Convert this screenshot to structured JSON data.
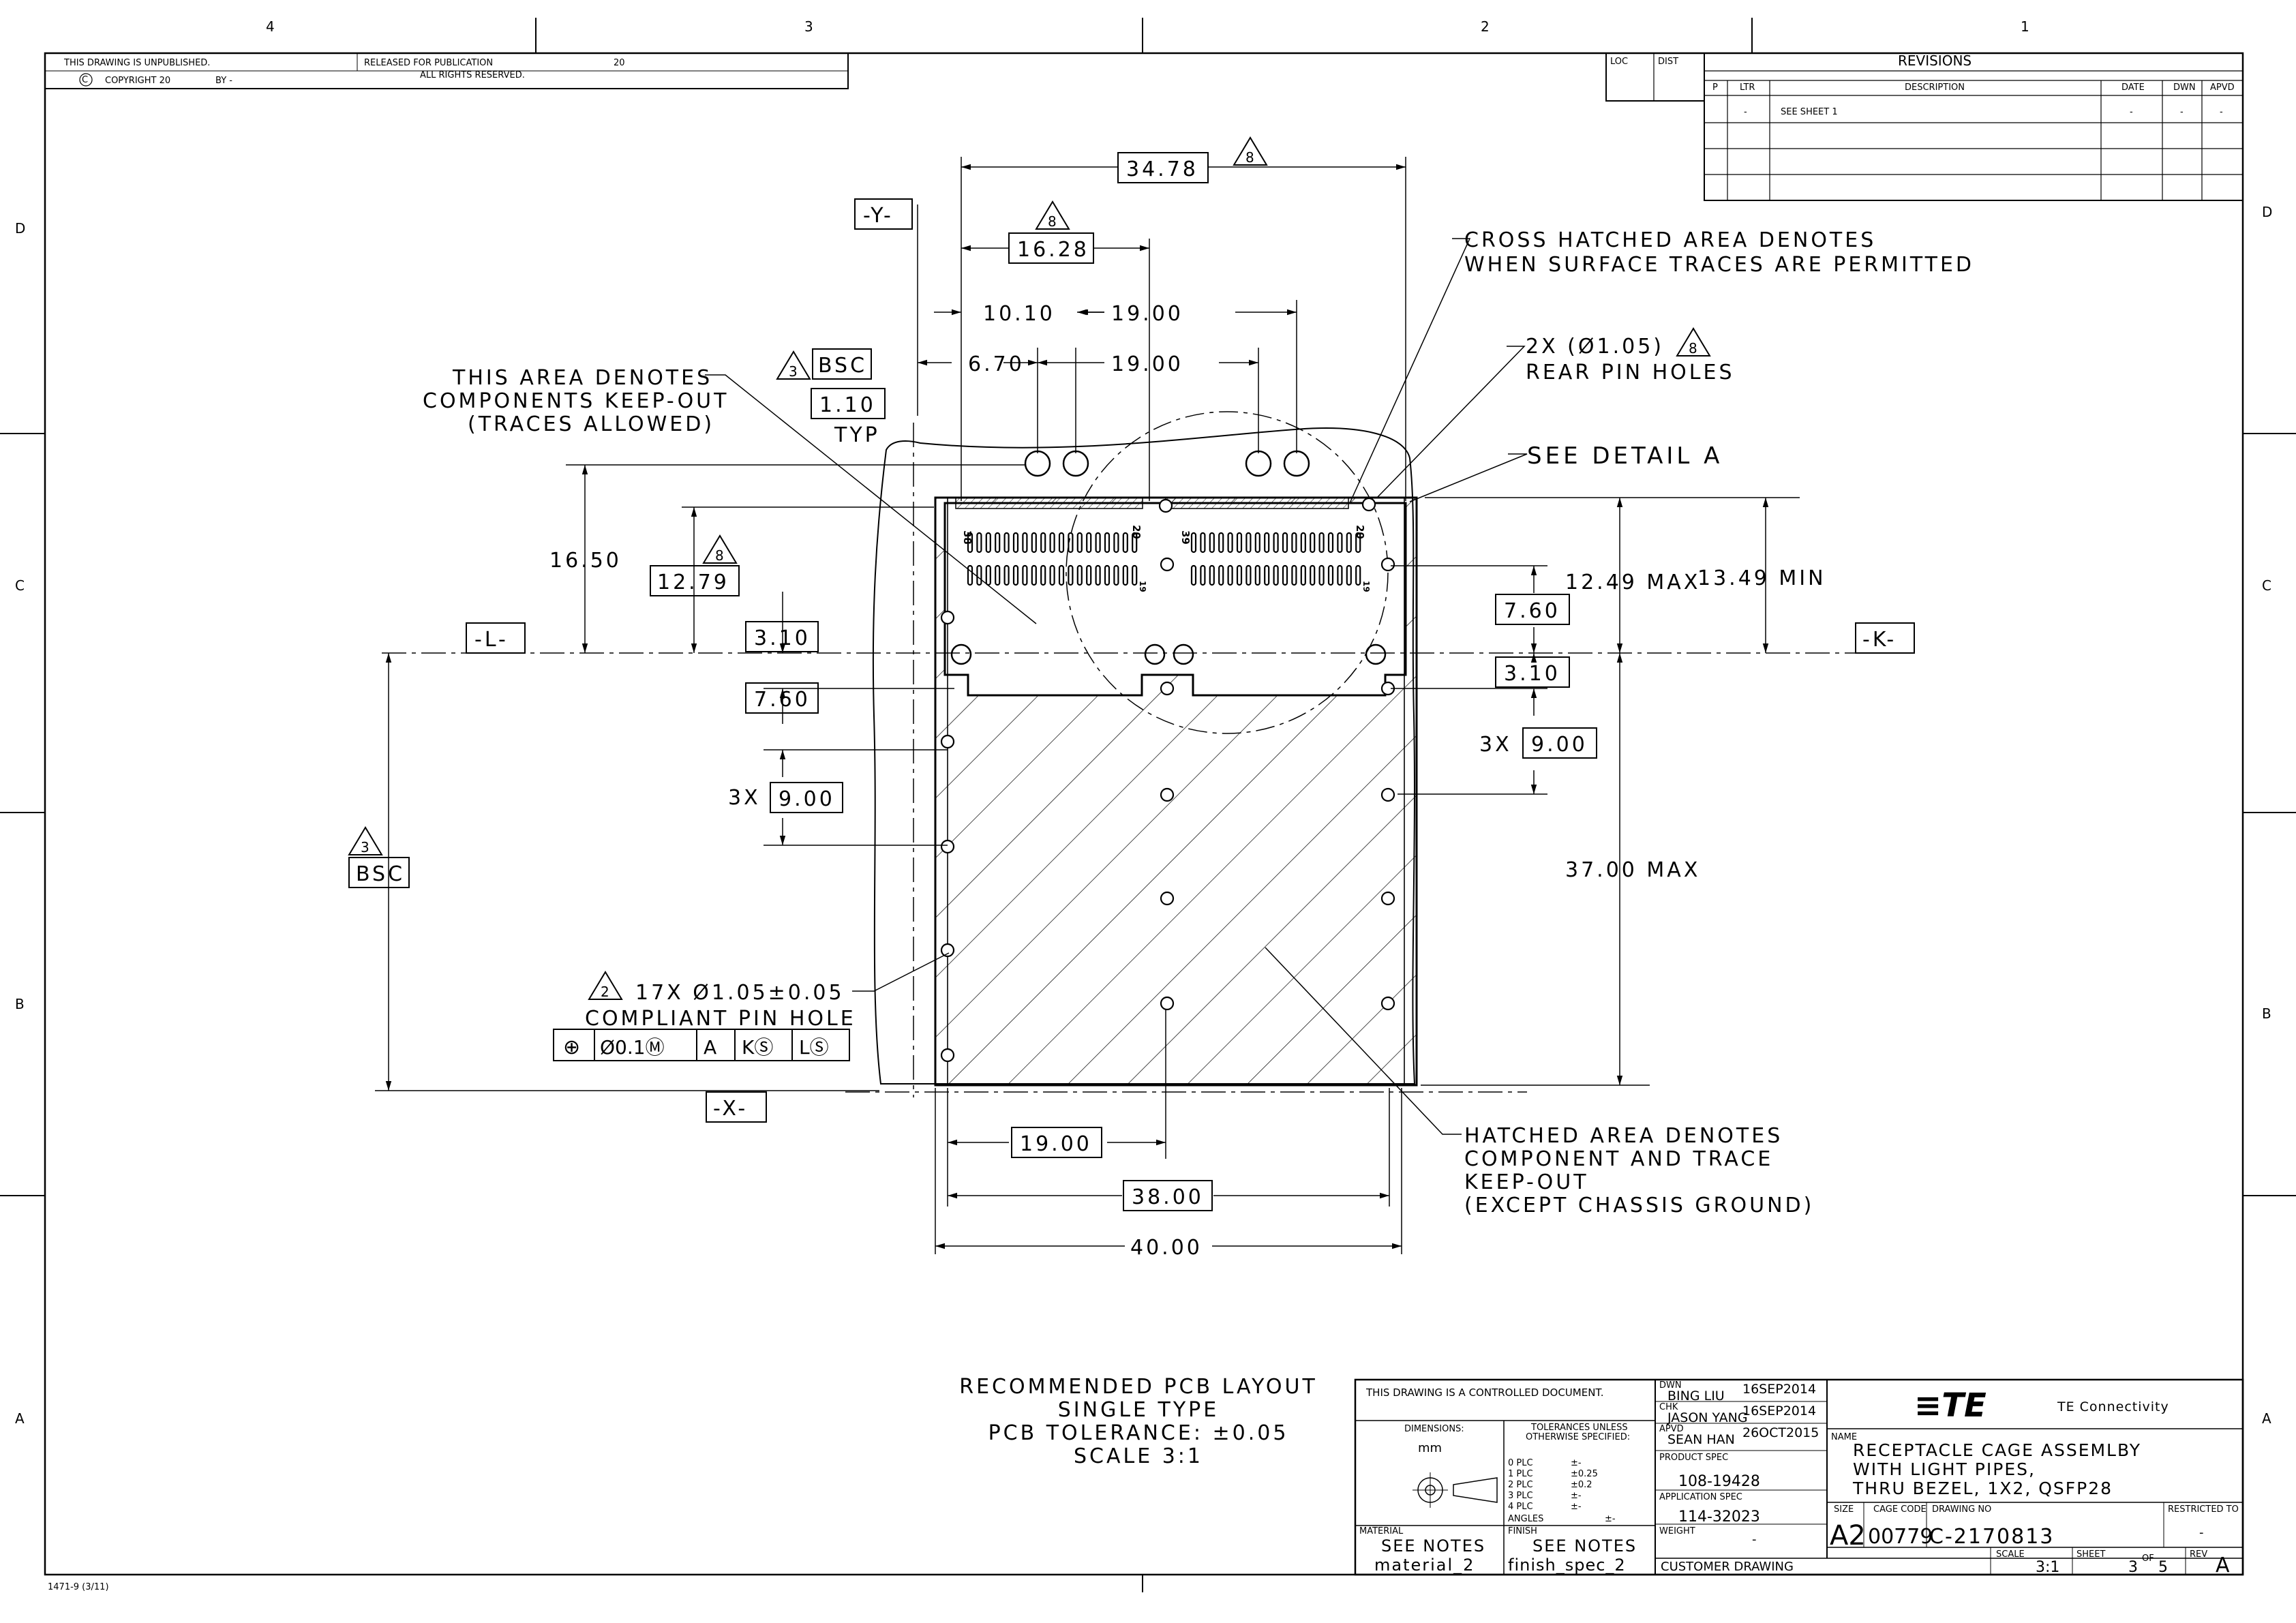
{
  "zones": {
    "top": [
      "4",
      "3",
      "2",
      "1"
    ],
    "side": [
      "D",
      "C",
      "B",
      "A"
    ]
  },
  "header": {
    "unpublished": "THIS DRAWING IS UNPUBLISHED.",
    "released": "RELEASED FOR PUBLICATION",
    "released_num": "20",
    "copyright": "COPYRIGHT 20",
    "by": "BY -",
    "rights": "ALL RIGHTS RESERVED."
  },
  "loc_dist": {
    "loc": "LOC",
    "dist": "DIST"
  },
  "revisions": {
    "title": "REVISIONS",
    "columns": [
      "P",
      "LTR",
      "DESCRIPTION",
      "DATE",
      "DWN",
      "APVD"
    ],
    "rows": [
      {
        "p": "",
        "ltr": "-",
        "desc": "SEE SHEET 1",
        "date": "-",
        "dwn": "-",
        "apvd": "-"
      }
    ]
  },
  "dims": {
    "d3478": "34.78",
    "d1628": "16.28",
    "d1010": "10.10",
    "d1900a": "19.00",
    "d670": "6.70",
    "d1900b": "19.00",
    "bsc": "BSC",
    "d110": "1.10",
    "typ": "TYP",
    "d1650": "16.50",
    "d1279": "12.79",
    "d310l": "3.10",
    "d760l": "7.60",
    "x3a": "3X",
    "d900l": "9.00",
    "d1249": "12.49 MAX",
    "d1349": "13.49 MIN",
    "d760r": "7.60",
    "d310r": "3.10",
    "x3b": "3X",
    "d900r": "9.00",
    "d3700": "37.00 MAX",
    "d1900c": "19.00",
    "d3800": "38.00",
    "d4000": "40.00",
    "bsc2": "BSC",
    "tri8": "8",
    "tri3": "3",
    "tri2": "2"
  },
  "datums": {
    "y": "-Y-",
    "l": "-L-",
    "k": "-K-",
    "x": "-X-"
  },
  "notes": {
    "cross1": "CROSS HATCHED AREA DENOTES",
    "cross2": "WHEN SURFACE TRACES ARE PERMITTED",
    "rear1": "2X (Ø1.05)",
    "rear2": "REAR PIN HOLES",
    "detail": "SEE DETAIL  A",
    "keep1": "THIS AREA DENOTES",
    "keep2": "COMPONENTS KEEP-OUT",
    "keep3": "(TRACES ALLOWED)",
    "pin1": "17X Ø1.05±0.05",
    "pin2": "COMPLIANT PIN HOLE",
    "fcf": [
      "⊕",
      "Ø0.1Ⓜ",
      "A",
      "KⓈ",
      "LⓈ"
    ],
    "hatch1": "HATCHED AREA DENOTES",
    "hatch2": "COMPONENT AND TRACE",
    "hatch3": "KEEP-OUT",
    "hatch4": "(EXCEPT CHASSIS GROUND)",
    "pin38a": "38",
    "pin20a": "20",
    "pin39": "39",
    "pin20b": "20",
    "pin19a": "19",
    "pin19b": "19"
  },
  "layout_note": {
    "l1": "RECOMMENDED PCB LAYOUT",
    "l2": "SINGLE TYPE",
    "l3": "PCB TOLERANCE: ±0.05",
    "l4": "SCALE   3:1"
  },
  "title_block": {
    "controlled": "THIS DRAWING IS A CONTROLLED DOCUMENT.",
    "dimensions_label": "DIMENSIONS:",
    "dimensions_value": "mm",
    "tol_label1": "TOLERANCES UNLESS",
    "tol_label2": "OTHERWISE SPECIFIED:",
    "tol_rows": [
      {
        "k": "0 PLC",
        "v": "±-"
      },
      {
        "k": "1 PLC",
        "v": "±0.25"
      },
      {
        "k": "2 PLC",
        "v": "±0.2"
      },
      {
        "k": "3 PLC",
        "v": "±-"
      },
      {
        "k": "4 PLC",
        "v": "±-"
      }
    ],
    "angles": "ANGLES",
    "angles_value": "±-",
    "material_label": "MATERIAL",
    "material1": "SEE NOTES",
    "material2": "material_2",
    "finish_label": "FINISH",
    "finish1": "SEE NOTES",
    "finish2": "finish_spec_2",
    "dwn_label": "DWN",
    "dwn_name": "BING LIU",
    "dwn_date": "16SEP2014",
    "chk_label": "CHK",
    "chk_name": "JASON YANG",
    "chk_date": "16SEP2014",
    "apvd_label": "APVD",
    "apvd_name": "SEAN HAN",
    "apvd_date": "26OCT2015",
    "product_spec_label": "PRODUCT SPEC",
    "product_spec": "108-19428",
    "app_spec_label": "APPLICATION SPEC",
    "app_spec": "114-32023",
    "weight_label": "WEIGHT",
    "weight": "-",
    "customer": "CUSTOMER DRAWING",
    "logo": "≡TE",
    "company": "TE Connectivity",
    "name_label": "NAME",
    "name1": "RECEPTACLE CAGE ASSEMLBY",
    "name2": "WITH  LIGHT PIPES,",
    "name3": "THRU BEZEL, 1X2, QSFP28",
    "size_label": "SIZE",
    "size": "A2",
    "cage_label": "CAGE CODE",
    "cage": "00779",
    "dwgno_label": "DRAWING NO",
    "dwgno": "C-2170813",
    "restricted": "RESTRICTED TO",
    "restricted_value": "-",
    "scale_label": "SCALE",
    "scale": "3:1",
    "sheet_label": "SHEET",
    "sheet": "3",
    "of": "OF",
    "sheets": "5",
    "rev_label": "REV",
    "rev": "A"
  },
  "form_no": "1471-9 (3/11)"
}
